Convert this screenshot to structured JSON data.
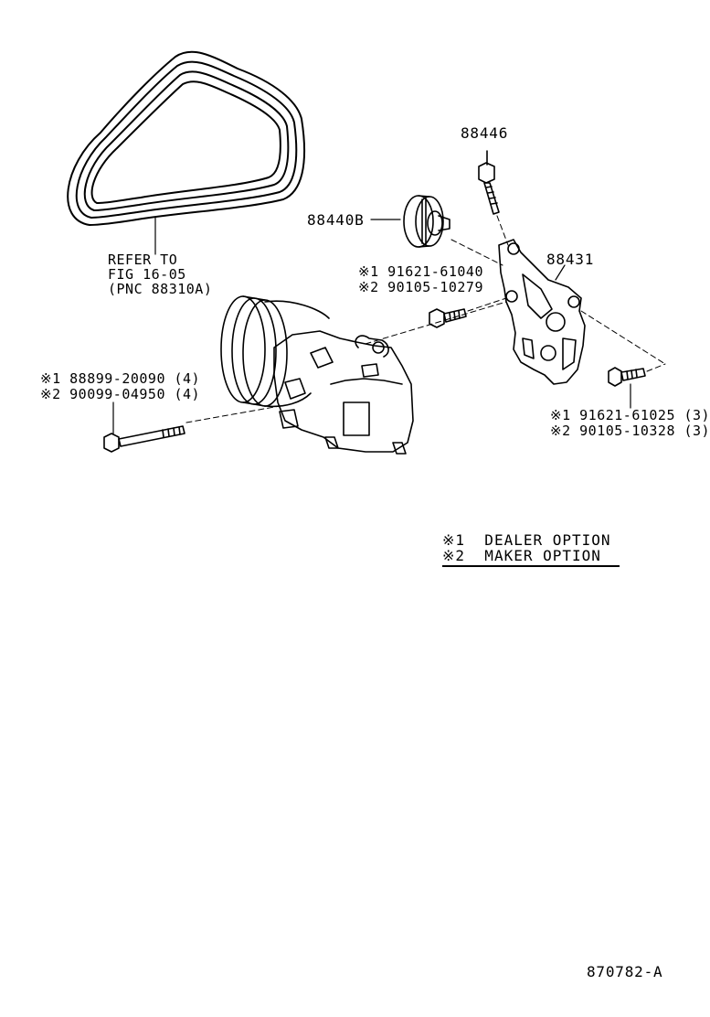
{
  "labels": {
    "belt_ref_1": "REFER TO",
    "belt_ref_2": "FIG 16-05",
    "belt_ref_3": "(PNC 88310A)",
    "part_88446": "88446",
    "part_88440b": "88440B",
    "part_88431": "88431",
    "idler_bolt_1": "※1 91621-61040",
    "idler_bolt_2": "※2 90105-10279",
    "long_bolt_1": "※1 88899-20090 (4)",
    "long_bolt_2": "※2 90099-04950 (4)",
    "bracket_bolt_1": "※1 91621-61025 (3)",
    "bracket_bolt_2": "※2 90105-10328 (3)",
    "figure_id": "870782-A"
  },
  "legend": {
    "dealer": "※1  DEALER OPTION",
    "maker": "※2  MAKER OPTION"
  }
}
